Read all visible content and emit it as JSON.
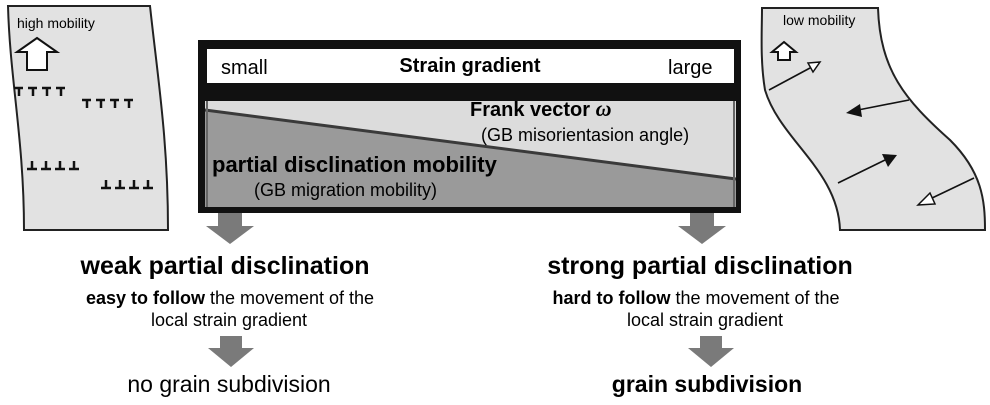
{
  "left_panel": {
    "label": "high mobility"
  },
  "right_panel": {
    "label": "low mobility"
  },
  "center_box": {
    "left_end": "small",
    "title": "Strain gradient",
    "right_end": "large",
    "frank_vector": "Frank vector",
    "omega": "ω",
    "frank_note": "(GB misorientasion angle)",
    "mobility": "partial disclination mobility",
    "mobility_note": "(GB migration mobility)"
  },
  "left_result": {
    "heading": "weak partial disclination",
    "emphasis": "easy to follow",
    "line1_rest": " the movement of the",
    "line2": "local strain gradient",
    "outcome": "no grain subdivision"
  },
  "right_result": {
    "heading": "strong partial disclination",
    "emphasis": "hard to follow",
    "line1_rest": " the movement of the",
    "line2": "local strain gradient",
    "outcome": "grain subdivision"
  },
  "colors": {
    "panel_fill": "#e2e2e2",
    "box_border": "#111111",
    "lower_wedge": "#9a9a9a",
    "arrow_gray": "#7a7a7a"
  }
}
